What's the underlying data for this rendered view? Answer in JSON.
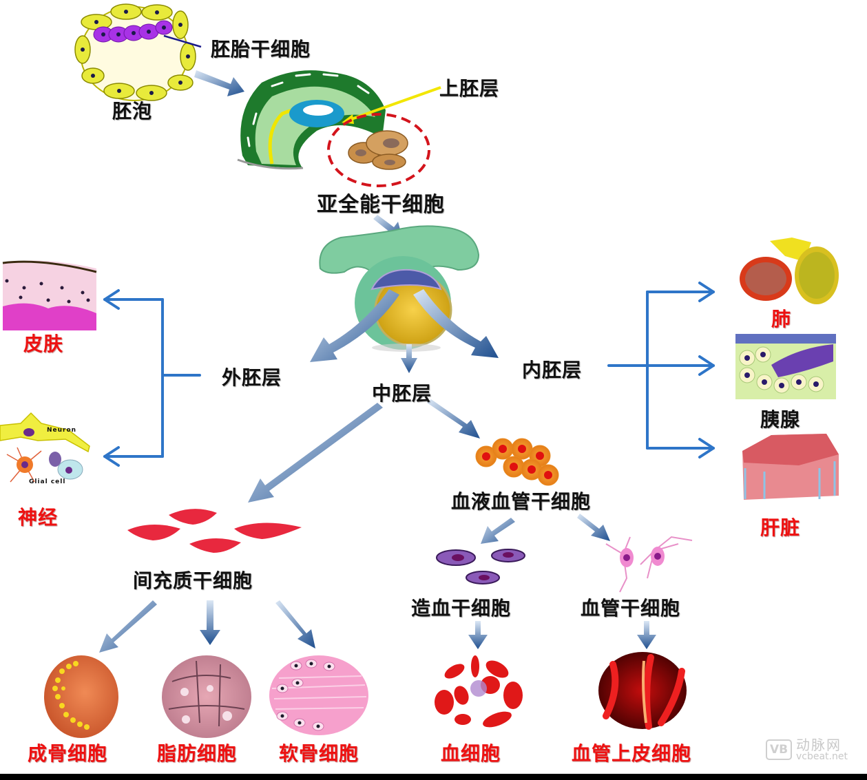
{
  "diagram": {
    "title": "",
    "colors": {
      "arrow_blue": "#2e75c8",
      "arrow_dark": "#1f4f8f",
      "label_black": "#111111",
      "label_red": "#ee1111",
      "callout_yellow": "#f2e600",
      "callout_navy": "#1a1a8a",
      "dashed_circle": "#d3141c"
    },
    "nodes": {
      "blastocyst": "胚泡",
      "embryonic_stem_cell": "胚胎干细胞",
      "epiblast": "上胚层",
      "sub_totipotent_stem_cell": "亚全能干细胞",
      "ectoderm": "外胚层",
      "mesoderm": "中胚层",
      "endoderm": "内胚层",
      "skin": "皮肤",
      "nerve": "神经",
      "lung": "肺",
      "pancreas": "胰腺",
      "liver": "肝脏",
      "mesenchymal_stem_cell": "间充质干细胞",
      "hemangioblast": "血液血管干细胞",
      "hematopoietic_stem_cell": "造血干细胞",
      "vascular_stem_cell": "血管干细胞",
      "osteoblast": "成骨细胞",
      "adipocyte": "脂肪细胞",
      "chondrocyte": "软骨细胞",
      "blood_cell": "血细胞",
      "vascular_endothelial_cell": "血管上皮细胞"
    },
    "image_annotations": {
      "neuron": "Neuron",
      "glial_cell": "Glial cell"
    },
    "edges": [
      [
        "blastocyst",
        "epiblast-image"
      ],
      [
        "sub_totipotent_stem_cell",
        "gastrula-image"
      ],
      [
        "gastrula-image",
        "ectoderm"
      ],
      [
        "gastrula-image",
        "mesoderm"
      ],
      [
        "gastrula-image",
        "endoderm"
      ],
      [
        "ectoderm",
        "skin"
      ],
      [
        "ectoderm",
        "nerve"
      ],
      [
        "endoderm",
        "lung"
      ],
      [
        "endoderm",
        "pancreas"
      ],
      [
        "endoderm",
        "liver"
      ],
      [
        "mesoderm",
        "mesenchymal_stem_cell"
      ],
      [
        "mesoderm",
        "hemangioblast"
      ],
      [
        "hemangioblast",
        "hematopoietic_stem_cell"
      ],
      [
        "hemangioblast",
        "vascular_stem_cell"
      ],
      [
        "mesenchymal_stem_cell",
        "osteoblast"
      ],
      [
        "mesenchymal_stem_cell",
        "adipocyte"
      ],
      [
        "mesenchymal_stem_cell",
        "chondrocyte"
      ],
      [
        "hematopoietic_stem_cell",
        "blood_cell"
      ],
      [
        "vascular_stem_cell",
        "vascular_endothelial_cell"
      ]
    ]
  },
  "watermark": {
    "logo": "VB",
    "name_cn": "动脉网",
    "name_en": "vcbeat.net"
  }
}
